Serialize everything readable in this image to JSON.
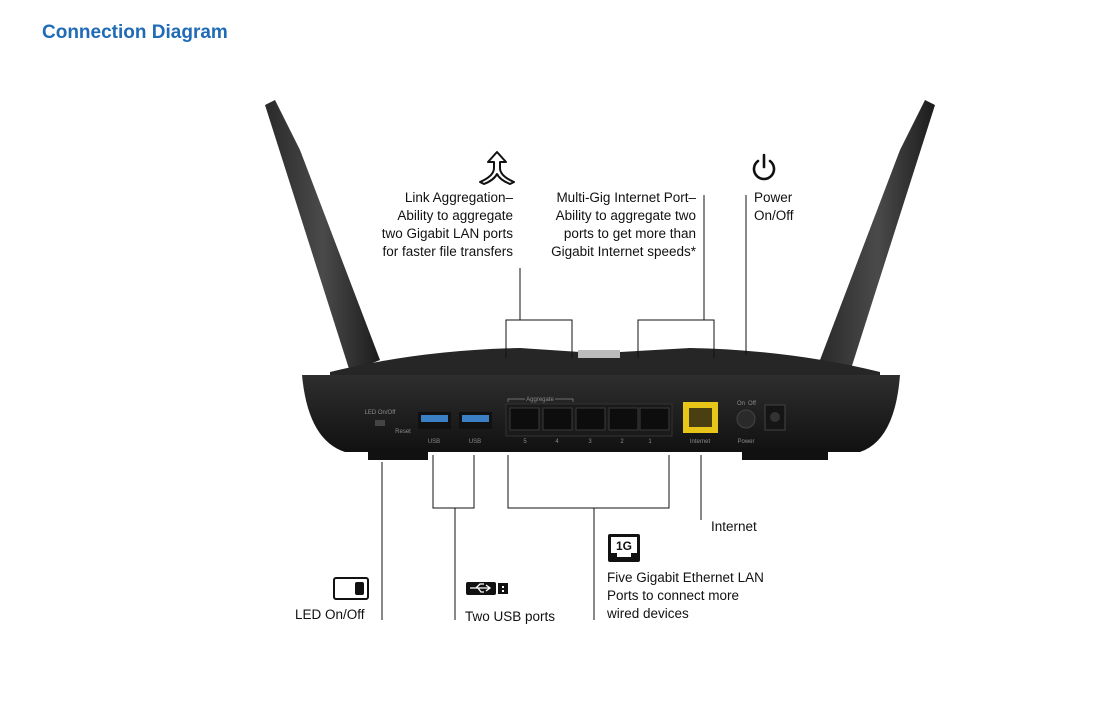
{
  "title": "Connection Diagram",
  "callouts": {
    "link_aggregation": {
      "icon": "link-aggregation-icon",
      "lines": [
        "Link Aggregation–",
        "Ability to aggregate",
        "two Gigabit LAN ports",
        "for faster file transfers"
      ]
    },
    "multi_gig": {
      "lines": [
        "Multi-Gig Internet Port–",
        "Ability to aggregate two",
        "ports to get more than",
        "Gigabit Internet speeds*"
      ]
    },
    "power": {
      "icon": "power-icon",
      "lines": [
        "Power",
        "On/Off"
      ]
    },
    "internet": {
      "label": "Internet"
    },
    "led": {
      "icon": "toggle-switch-icon",
      "label": "LED On/Off"
    },
    "usb": {
      "icon": "usb-icon",
      "label": "Two USB ports"
    },
    "lan": {
      "icon": "ethernet-1g-icon",
      "icon_text": "1G",
      "lines": [
        "Five Gigabit Ethernet LAN",
        "Ports to connect more",
        "wired devices"
      ]
    }
  },
  "router_panel": {
    "led_label": "LED On/Off",
    "reset_label": "Reset",
    "usb_labels": [
      "USB",
      "USB"
    ],
    "aggregate_label": "Aggregate",
    "lan_numbers": [
      "5",
      "4",
      "3",
      "2",
      "1"
    ],
    "internet_label": "Internet",
    "power_label": "Power",
    "power_switch_labels": [
      "On",
      "Off"
    ]
  },
  "colors": {
    "title": "#1f6bb5",
    "internet_port": "#e8c619",
    "usb_port": "#3b7fc4"
  }
}
